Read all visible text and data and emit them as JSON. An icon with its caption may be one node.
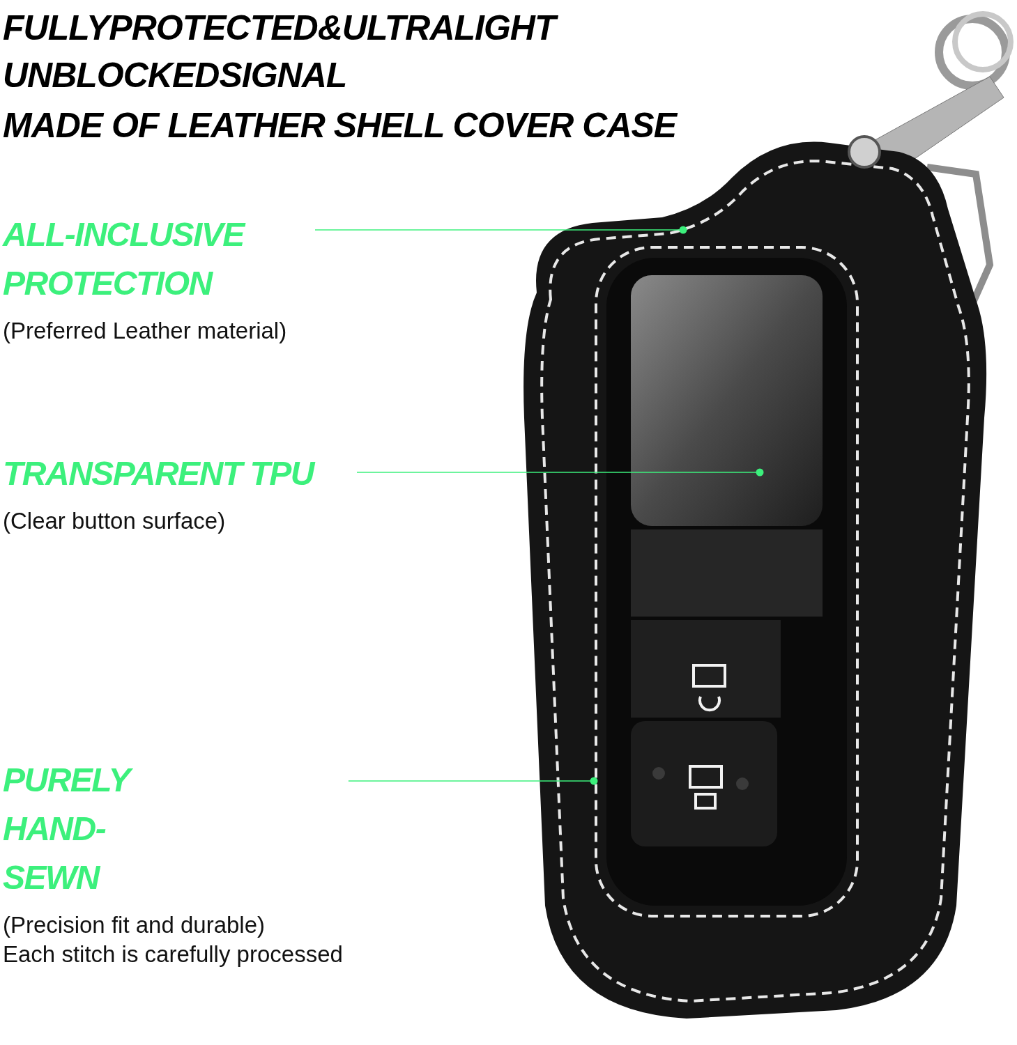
{
  "diagram": {
    "nodes": [
      {
        "text": [
          "ALL-INCLUSIVE PROTECTION",
          "(Preferred Leather material)"
        ]
      },
      {
        "text": [
          "TRANSPARENT TPU",
          "(Clear button surface)"
        ]
      },
      {
        "text": [
          "PURELY HAND-SEWN",
          "(Precision fit and durable)",
          "Each stitch is carefully processed"
        ]
      }
    ],
    "edges": [
      {
        "from": 0,
        "to": null,
        "arrow": "other"
      },
      {
        "from": 1,
        "to": null,
        "arrow": "other"
      },
      {
        "from": 2,
        "to": null,
        "arrow": "other"
      }
    ],
    "labels": [
      "FULLYPROTECTED&ULTRALIGHT",
      "UNBLOCKEDSIGNAL",
      "MADE OF LEATHER SHELL COVER CASE"
    ]
  }
}
